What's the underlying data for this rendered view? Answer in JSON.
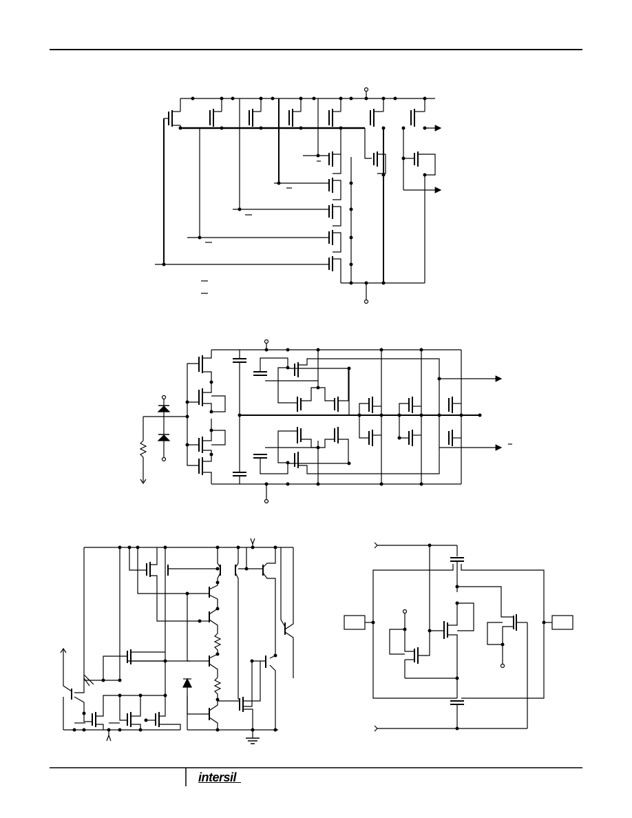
{
  "page": {
    "brand": "intersil",
    "colors": {
      "ink": "#000000",
      "paper": "#ffffff"
    }
  },
  "figures": [
    {
      "name": "circuit-1",
      "description_shown": ""
    },
    {
      "name": "circuit-2",
      "description_shown": ""
    },
    {
      "name": "circuit-3",
      "description_shown": ""
    },
    {
      "name": "circuit-4",
      "description_shown": ""
    }
  ]
}
